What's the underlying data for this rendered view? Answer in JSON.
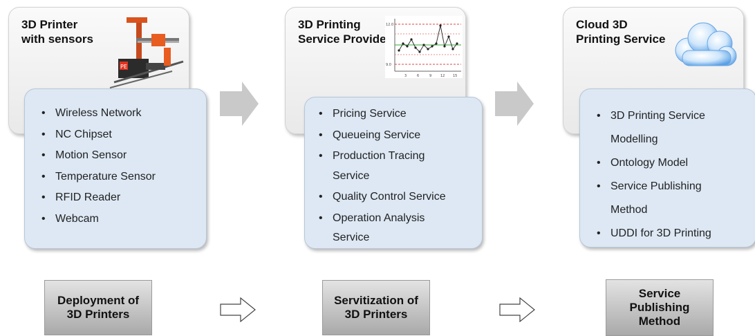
{
  "columns": [
    {
      "title": "3D Printer\nwith sensors",
      "items": [
        "Wireless Network",
        "NC Chipset",
        "Motion Sensor",
        "Temperature Sensor",
        "RFID Reader",
        "Webcam"
      ],
      "stage": "Deployment of\n3D Printers"
    },
    {
      "title": "3D Printing\nService Provider",
      "items": [
        "Pricing Service",
        "Queueing Service",
        "Production Tracing\nService",
        "Quality Control Service",
        "Operation Analysis\nService"
      ],
      "stage": "Servitization of\n3D Printers"
    },
    {
      "title": "Cloud 3D\nPrinting Service",
      "items": [
        "3D Printing Service\nModelling",
        "Ontology Model",
        "Service Publishing\nMethod",
        "UDDI for 3D Printing"
      ],
      "stage": "Service\nPublishing\nMethod"
    }
  ],
  "mini_chart": {
    "y_ticks": [
      "12.0",
      "9.0"
    ],
    "x_ticks": [
      "3",
      "6",
      "9",
      "12",
      "15"
    ]
  }
}
